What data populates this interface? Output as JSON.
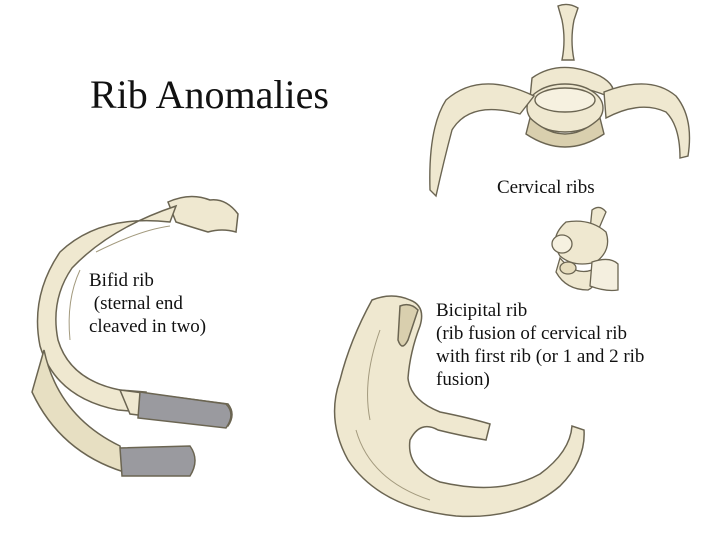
{
  "slide": {
    "title": "Rib Anomalies"
  },
  "labels": {
    "cervical": [
      "Cervical ribs"
    ],
    "bifid": [
      "Bifid rib",
      " (sternal end",
      "cleaved in two)"
    ],
    "bicipital": [
      "Bicipital rib",
      "(rib fusion of cervical rib",
      "with first rib (or 1 and 2 rib",
      "fusion)"
    ]
  },
  "colors": {
    "bone_fill": "#efe8d0",
    "bone_shadow": "#d9cfae",
    "bone_outline": "#6b6552",
    "cartilage_fill": "#9a9a9f"
  }
}
